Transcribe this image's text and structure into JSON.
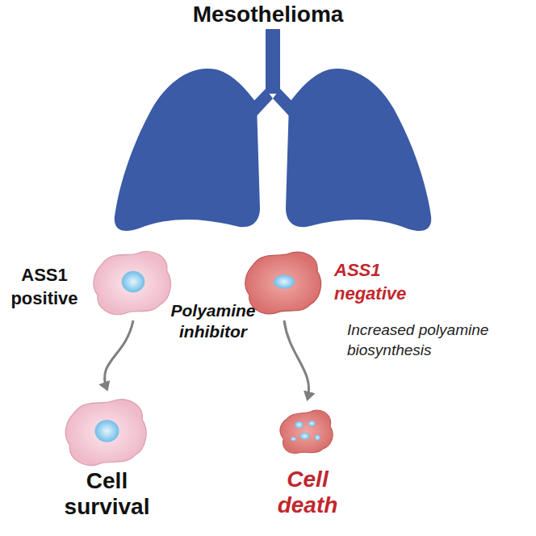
{
  "diagram": {
    "title": "Mesothelioma",
    "nodes": [
      {
        "text": [
          "ASS1 positive"
        ]
      },
      {
        "text": [
          "ASS1 negative"
        ]
      },
      {
        "text": [
          "Cell survival"
        ]
      },
      {
        "text": [
          "Cell death"
        ]
      }
    ],
    "edges": [
      {
        "from": 0,
        "to": 2,
        "arrow": "to"
      },
      {
        "from": 1,
        "to": 3,
        "arrow": "to",
        "label": "Increased polyamine biosynthesis"
      }
    ],
    "labels": [
      "Polyamine inhibitor"
    ]
  }
}
